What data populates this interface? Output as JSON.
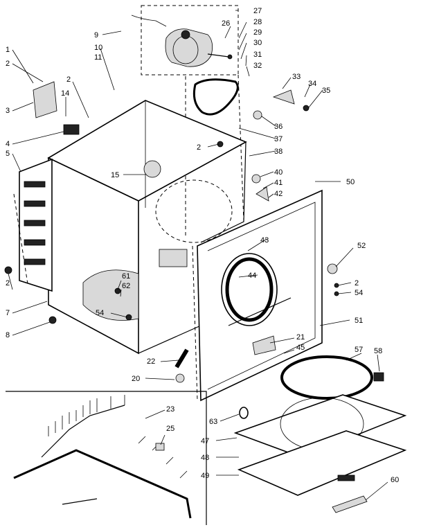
{
  "figure": {
    "part_numbers": [
      "1",
      "2",
      "3",
      "4",
      "5",
      "7",
      "8",
      "9",
      "10",
      "11",
      "14",
      "15",
      "20",
      "21",
      "22",
      "23",
      "25",
      "26",
      "27",
      "28",
      "29",
      "30",
      "31",
      "32",
      "33",
      "34",
      "35",
      "36",
      "37",
      "38",
      "40",
      "41",
      "42",
      "43",
      "44",
      "45",
      "47",
      "48",
      "49",
      "50",
      "51",
      "52",
      "54",
      "57",
      "58",
      "60",
      "61",
      "62",
      "63"
    ]
  },
  "callouts": [
    {
      "id": "c1",
      "text": "1"
    },
    {
      "id": "c2a",
      "text": "2"
    },
    {
      "id": "c3",
      "text": "3"
    },
    {
      "id": "c4",
      "text": "4"
    },
    {
      "id": "c5",
      "text": "5"
    },
    {
      "id": "c2b",
      "text": "2"
    },
    {
      "id": "c7",
      "text": "7"
    },
    {
      "id": "c8",
      "text": "8"
    },
    {
      "id": "c9",
      "text": "9"
    },
    {
      "id": "c10",
      "text": "10"
    },
    {
      "id": "c11",
      "text": "11"
    },
    {
      "id": "c2c",
      "text": "2"
    },
    {
      "id": "c14",
      "text": "14"
    },
    {
      "id": "c15",
      "text": "15"
    },
    {
      "id": "c26",
      "text": "26"
    },
    {
      "id": "c27",
      "text": "27"
    },
    {
      "id": "c28",
      "text": "28"
    },
    {
      "id": "c29",
      "text": "29"
    },
    {
      "id": "c30",
      "text": "30"
    },
    {
      "id": "c31",
      "text": "31"
    },
    {
      "id": "c32",
      "text": "32"
    },
    {
      "id": "c33",
      "text": "33"
    },
    {
      "id": "c34",
      "text": "34"
    },
    {
      "id": "c35",
      "text": "35"
    },
    {
      "id": "c36",
      "text": "36"
    },
    {
      "id": "c37",
      "text": "37"
    },
    {
      "id": "c2d",
      "text": "2"
    },
    {
      "id": "c38",
      "text": "38"
    },
    {
      "id": "c40",
      "text": "40"
    },
    {
      "id": "c41",
      "text": "41"
    },
    {
      "id": "c42",
      "text": "42"
    },
    {
      "id": "c50",
      "text": "50"
    },
    {
      "id": "c43",
      "text": "43"
    },
    {
      "id": "c52",
      "text": "52"
    },
    {
      "id": "c44",
      "text": "44"
    },
    {
      "id": "c2e",
      "text": "2"
    },
    {
      "id": "c54a",
      "text": "54"
    },
    {
      "id": "c61",
      "text": "61"
    },
    {
      "id": "c62",
      "text": "62"
    },
    {
      "id": "c54b",
      "text": "54"
    },
    {
      "id": "c21",
      "text": "21"
    },
    {
      "id": "c45",
      "text": "45"
    },
    {
      "id": "c51",
      "text": "51"
    },
    {
      "id": "c57",
      "text": "57"
    },
    {
      "id": "c22",
      "text": "22"
    },
    {
      "id": "c58",
      "text": "58"
    },
    {
      "id": "c20",
      "text": "20"
    },
    {
      "id": "c23",
      "text": "23"
    },
    {
      "id": "c25",
      "text": "25"
    },
    {
      "id": "c63",
      "text": "63"
    },
    {
      "id": "c47",
      "text": "47"
    },
    {
      "id": "c48",
      "text": "48"
    },
    {
      "id": "c49",
      "text": "49"
    },
    {
      "id": "c60",
      "text": "60"
    }
  ]
}
